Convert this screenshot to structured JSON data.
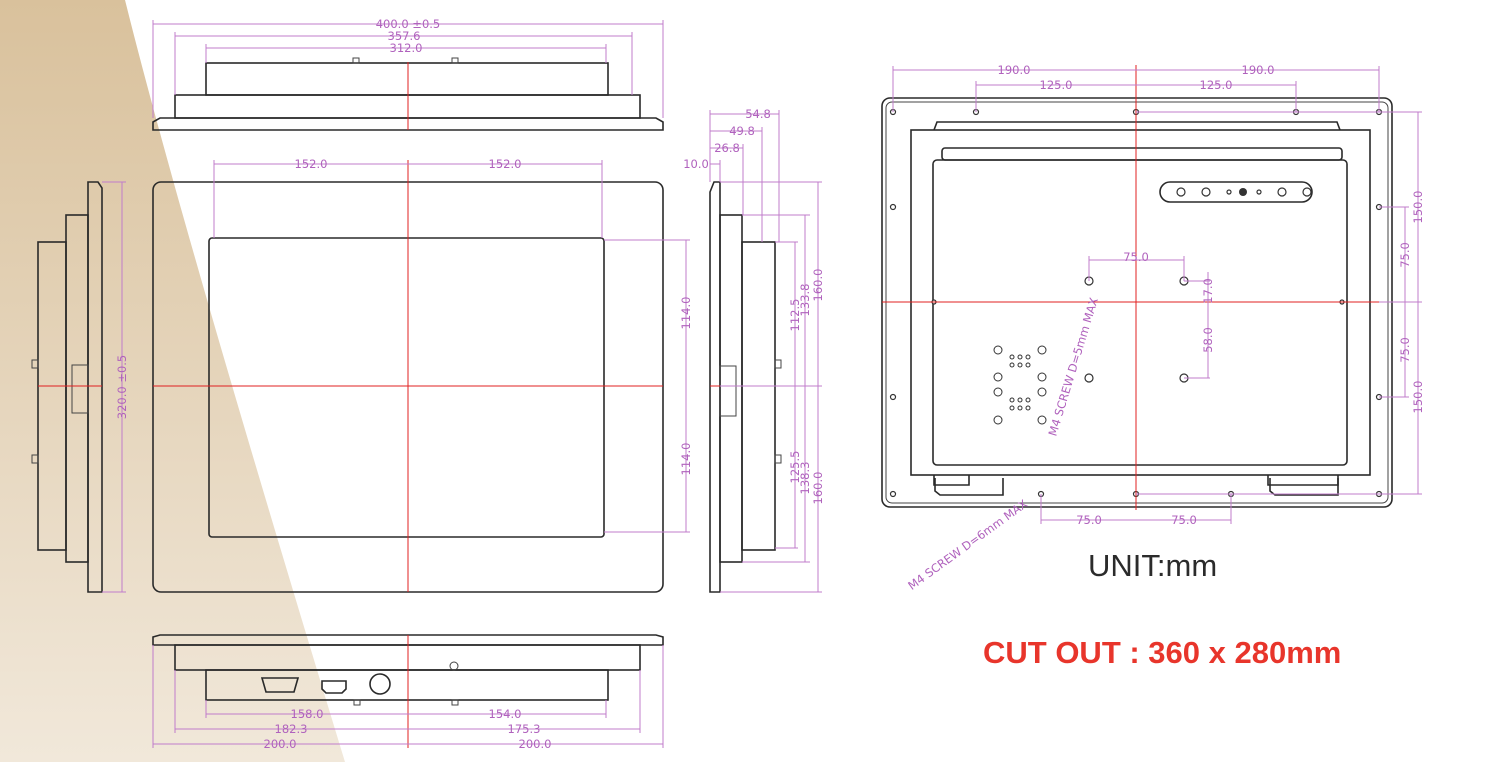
{
  "top_view": {
    "overall_width": "400.0 ±0.5",
    "bezel_width": "357.6",
    "body_width": "312.0"
  },
  "front_view": {
    "left_half": "152.0",
    "right_half": "152.0",
    "upper_half": "114.0",
    "lower_half": "114.0",
    "overall_height": "320.0 ±0.5"
  },
  "side_view": {
    "depth_total": "54.8",
    "depth_body": "49.8",
    "depth_mid": "26.8",
    "depth_frame": "10.0",
    "upper": [
      "112.5",
      "133.8",
      "160.0"
    ],
    "lower": [
      "125.5",
      "138.3",
      "160.0"
    ]
  },
  "bottom_view": {
    "left": [
      "158.0",
      "182.3",
      "200.0"
    ],
    "right": [
      "154.0",
      "175.3",
      "200.0"
    ]
  },
  "rear_view": {
    "outer_left": "190.0",
    "outer_right": "190.0",
    "inner_left": "125.0",
    "inner_right": "125.0",
    "right_outer_upper": "150.0",
    "right_outer_lower": "150.0",
    "right_inner_upper": "75.0",
    "right_inner_lower": "75.0",
    "vesa_width": "75.0",
    "vesa_offset_top": "17.0",
    "vesa_offset_bottom": "58.0",
    "bottom_left": "75.0",
    "bottom_right": "75.0",
    "vesa_screw_note": "M4 SCREW D=5mm MAX",
    "mount_screw_note": "M4 SCREW D=6mm MAX"
  },
  "unit_label": "UNIT:mm",
  "cutout_label": "CUT OUT : 360 x 280mm",
  "colors": {
    "dimension": "#b062bd",
    "centerline": "#e02020",
    "cutout": "#e8352b",
    "background_accent": "#dcc7a6"
  }
}
